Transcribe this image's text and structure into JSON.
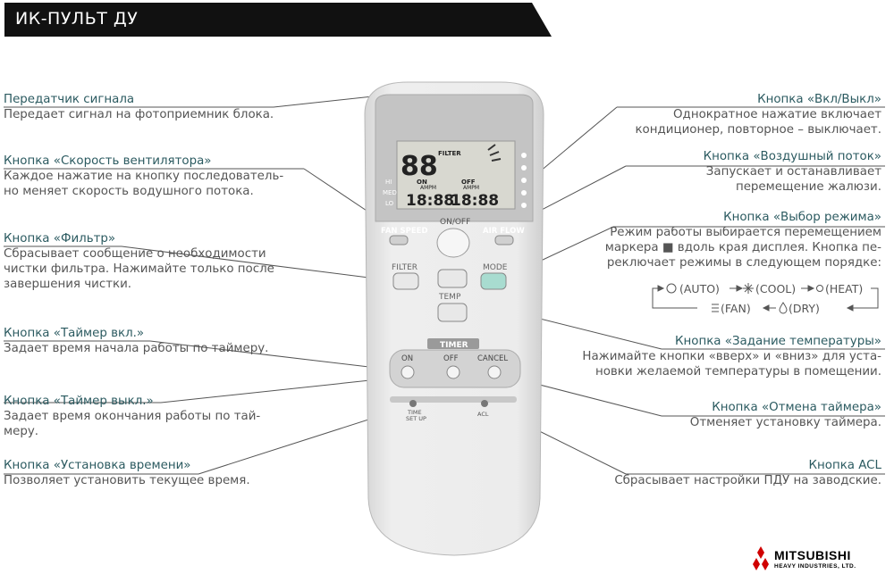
{
  "title": "ИК-ПУЛЬТ ДУ",
  "labels": {
    "transmitter": {
      "heading": "Передатчик сигнала",
      "desc": [
        "Передает сигнал на фотоприемник блока."
      ]
    },
    "fan_speed": {
      "heading": "Кнопка «Скорость вентилятора»",
      "desc": [
        "Каждое нажатие на кнопку последователь-",
        "но меняет скорость водушного потока."
      ]
    },
    "filter": {
      "heading": "Кнопка «Фильтр»",
      "desc": [
        "Сбрасывает сообщение о необходимости",
        "чистки фильтра. Нажимайте только после",
        "завершения чистки."
      ]
    },
    "timer_on": {
      "heading": "Кнопка «Таймер вкл.»",
      "desc": [
        "Задает время начала работы по таймеру."
      ]
    },
    "timer_off": {
      "heading": "Кнопка «Таймер выкл.»",
      "desc": [
        "Задает время окончания работы по тай-",
        "меру."
      ]
    },
    "time_setup": {
      "heading": "Кнопка «Установка времени»",
      "desc": [
        "Позволяет установить текущее время."
      ]
    },
    "on_off": {
      "heading": "Кнопка «Вкл/Выкл»",
      "desc": [
        "Однократное нажатие включает",
        "кондиционер, повторное – выключает."
      ]
    },
    "air_flow": {
      "heading": "Кнопка «Воздушный поток»",
      "desc": [
        "Запускает и останавливает",
        "перемещение жалюзи."
      ]
    },
    "mode": {
      "heading": "Кнопка «Выбор режима»",
      "desc": [
        "Режим работы выбирается перемещением",
        "маркера ■ вдоль края дисплея. Кнопка пе-",
        "реключает режимы в следующем порядке:"
      ]
    },
    "temp": {
      "heading": "Кнопка «Задание температуры»",
      "desc": [
        "Нажимайте кнопки «вверх» и «вниз» для уста-",
        "новки желаемой температуры в помещении."
      ]
    },
    "cancel": {
      "heading": "Кнопка «Отмена таймера»",
      "desc": [
        "Отменяет установку таймера."
      ]
    },
    "acl": {
      "heading": "Кнопка ACL",
      "desc": [
        "Сбрасывает настройки ПДУ на заводские."
      ]
    }
  },
  "mode_cycle": {
    "row1": [
      "(AUTO)",
      "(COOL)",
      "(HEAT)"
    ],
    "row2": [
      "(FAN)",
      "(DRY)"
    ]
  },
  "remote": {
    "lcd_temp": "88",
    "lcd_filter": "FILTER",
    "lcd_on": "ON",
    "lcd_off": "OFF",
    "lcd_ampm1": "AMPM",
    "lcd_ampm2": "AMPM",
    "lcd_time1": "18:88",
    "lcd_time2": "18:88",
    "lcd_hi": "HI",
    "lcd_med": "MED",
    "lcd_lo": "LO",
    "fan_speed": "FAN SPEED",
    "on_off": "ON/OFF",
    "air_flow": "AIR FLOW",
    "filter": "FILTER",
    "mode": "MODE",
    "temp": "TEMP",
    "timer": "TIMER",
    "on": "ON",
    "off": "OFF",
    "cancel": "CANCEL",
    "time_setup_1": "TIME",
    "time_setup_2": "SET UP",
    "acl": "ACL"
  },
  "brand": {
    "name": "MITSUBISHI",
    "sub": "HEAVY INDUSTRIES, LTD."
  },
  "colors": {
    "title_bg": "#111111",
    "heading": "#2b5a60",
    "remote_body": "#e4e4e4",
    "display": "#c9c9c9",
    "mode_button": "#a8dcd0",
    "brand_red": "#d00000"
  }
}
